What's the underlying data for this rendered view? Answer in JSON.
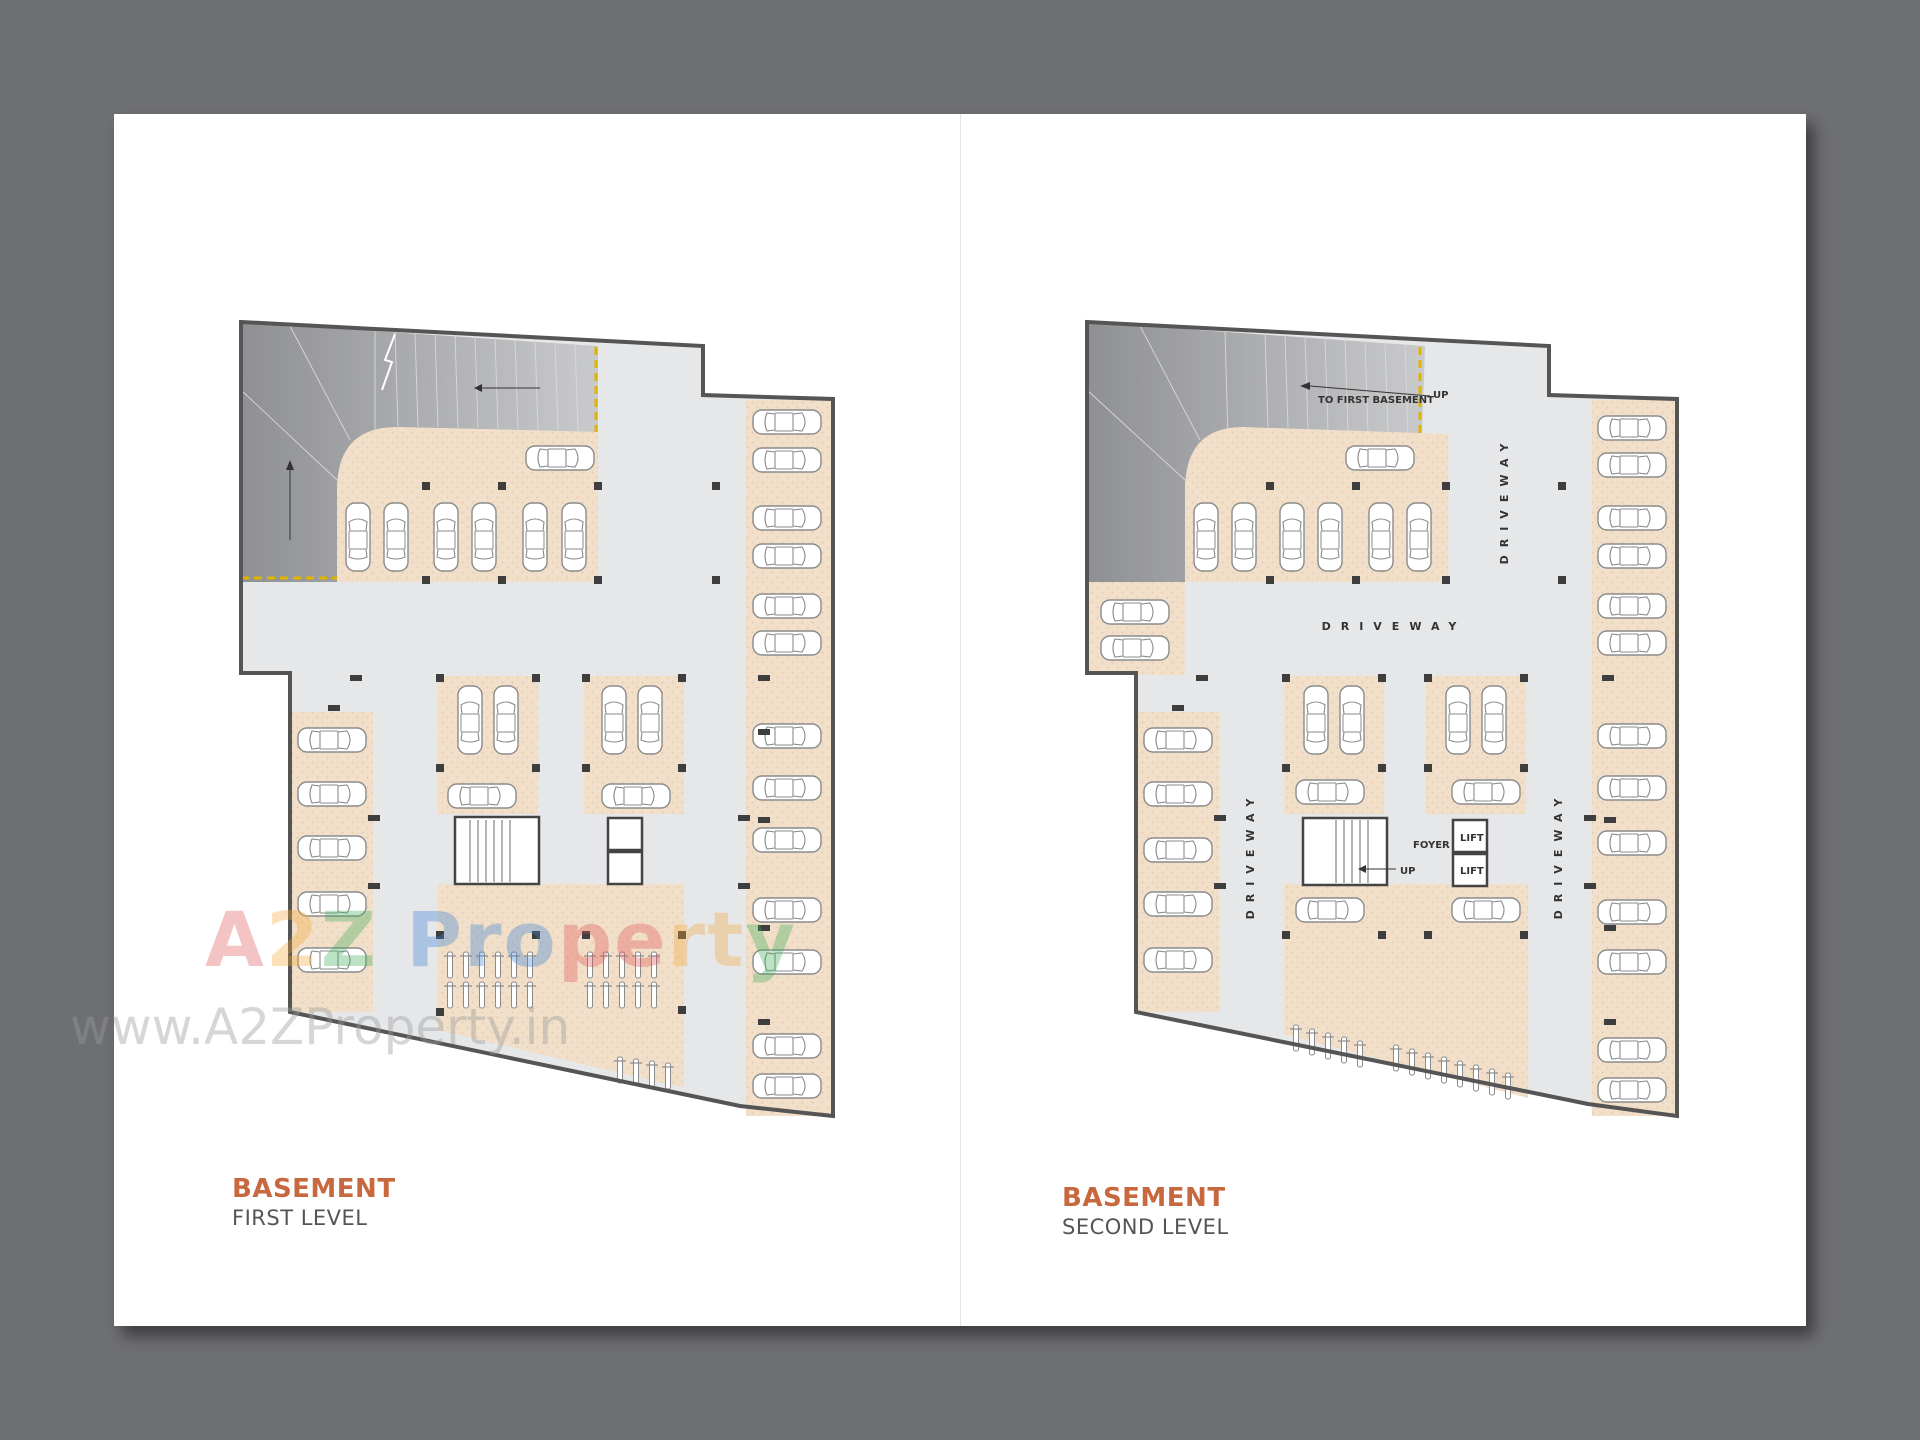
{
  "plans": [
    {
      "title": "BASEMENT",
      "subtitle": "FIRST LEVEL"
    },
    {
      "title": "BASEMENT",
      "subtitle": "SECOND LEVEL"
    }
  ],
  "labels": {
    "ramp": "TO FIRST BASEMENT",
    "up": "UP",
    "up_stair": "UP",
    "driveway": "DRIVEWAY",
    "foyer": "FOYER",
    "lift": "LIFT"
  },
  "watermark": {
    "logo": "A2Z Property",
    "url": "www.A2ZProperty.in"
  },
  "colors": {
    "wall": "#555555",
    "driveway": "#e6e7e9",
    "parking_tile": "#f1dfc9",
    "ramp": "#a9aaac",
    "title_accent": "#c8683f",
    "edge_line": "#e0b400"
  }
}
